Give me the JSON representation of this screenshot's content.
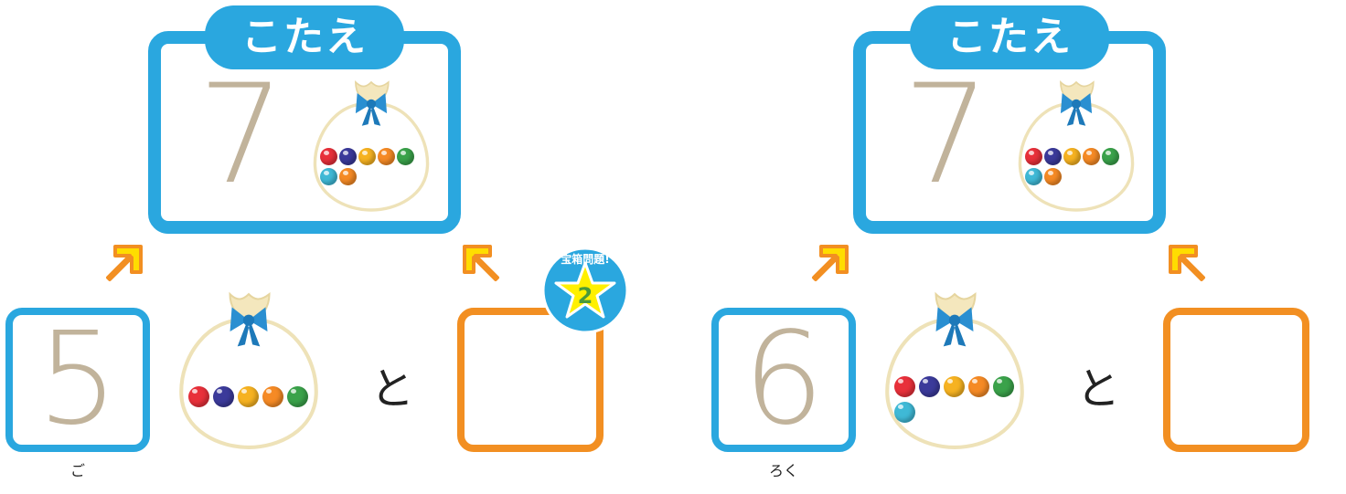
{
  "panels": [
    {
      "answer_label": "こたえ",
      "answer_value": "7",
      "answer_balls": [
        "#e8303a",
        "#3b3a9a",
        "#f6b221",
        "#f58a25",
        "#3aa24a",
        "#3fb9d6",
        "#f58a25"
      ],
      "left_value": "5",
      "left_reading": "ご",
      "left_balls": [
        "#e8303a",
        "#3b3a9a",
        "#f6b221",
        "#f58a25",
        "#3aa24a"
      ],
      "connector": "と",
      "badge": {
        "caption": "宝箱問題!",
        "number": "2"
      }
    },
    {
      "answer_label": "こたえ",
      "answer_value": "7",
      "answer_balls": [
        "#e8303a",
        "#3b3a9a",
        "#f6b221",
        "#f58a25",
        "#3aa24a",
        "#3fb9d6",
        "#f58a25"
      ],
      "left_value": "6",
      "left_reading": "ろく",
      "left_balls": [
        "#e8303a",
        "#3b3a9a",
        "#f6b221",
        "#f58a25",
        "#3aa24a",
        "#3fb9d6"
      ],
      "connector": "と"
    }
  ],
  "colors": {
    "frame_blue": "#2aa7df",
    "blank_orange": "#f28f22",
    "arrow_orange": "#f7a81c",
    "arrow_yellow": "#ffdd00",
    "digit_tan": "#c1b39b"
  }
}
